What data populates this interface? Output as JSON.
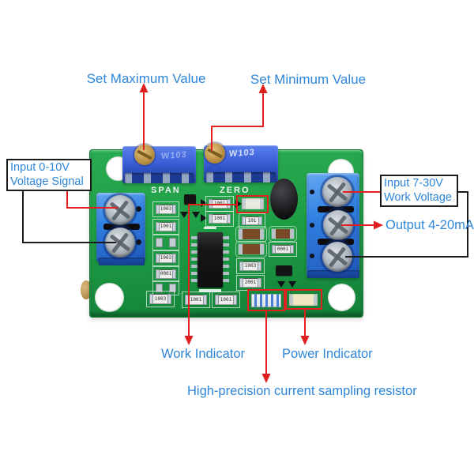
{
  "colors": {
    "blue": "#2e86d9",
    "red": "#e21f1f",
    "ink": "#1b1b1b",
    "green": "#1f9f45",
    "termblue": "#2f7fe0",
    "potblue": "#3a5fd8"
  },
  "annotations": {
    "set_max": "Set Maximum Value",
    "set_min": "Set Minimum Value",
    "input_signal": {
      "line1": "Input 0-10V",
      "line2": "Voltage Signal"
    },
    "work_voltage": {
      "line1": "Input 7-30V",
      "line2": "Work Voltage"
    },
    "output": "Output 4-20mA",
    "work_indicator": "Work Indicator",
    "power_indicator": "Power Indicator",
    "sampling_resistor": "High-precision current sampling resistor"
  },
  "board": {
    "silkscreen": {
      "span": "SPAN",
      "zero": "ZERO"
    },
    "pot_marking": "W103",
    "resistor_codes": [
      "1003",
      "1001",
      "1003",
      "0001",
      "1003",
      "1001",
      "1001",
      "1001",
      "1001",
      "101",
      "0001",
      "1003",
      "2001"
    ]
  }
}
